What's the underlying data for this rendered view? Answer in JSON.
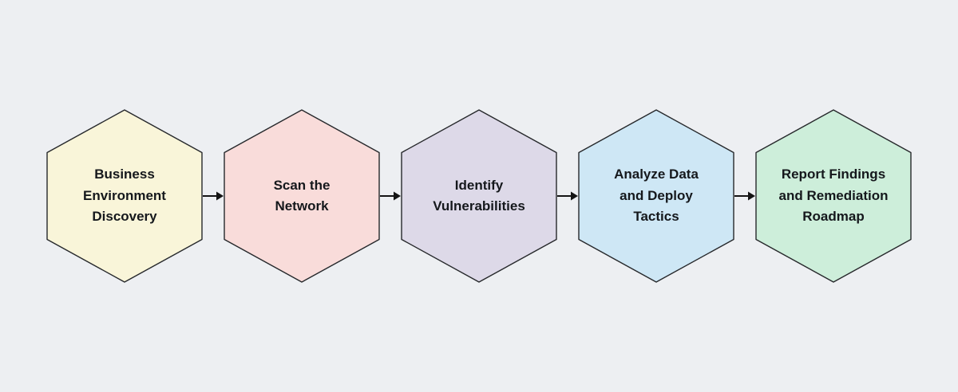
{
  "diagram": {
    "background_color": "#edeff2",
    "outline_color": "#26282b",
    "arrow_color": "#141414",
    "text_color": "#15181c",
    "steps": [
      {
        "label": "Business\nEnvironment\nDiscovery",
        "fill": "#f9f5d9"
      },
      {
        "label": "Scan the\nNetwork",
        "fill": "#f9dcda"
      },
      {
        "label": "Identify\nVulnerabilities",
        "fill": "#ddd9e8"
      },
      {
        "label": "Analyze Data\nand Deploy\nTactics",
        "fill": "#cee7f5"
      },
      {
        "label": "Report Findings\nand Remediation\nRoadmap",
        "fill": "#cdeeda"
      }
    ]
  }
}
